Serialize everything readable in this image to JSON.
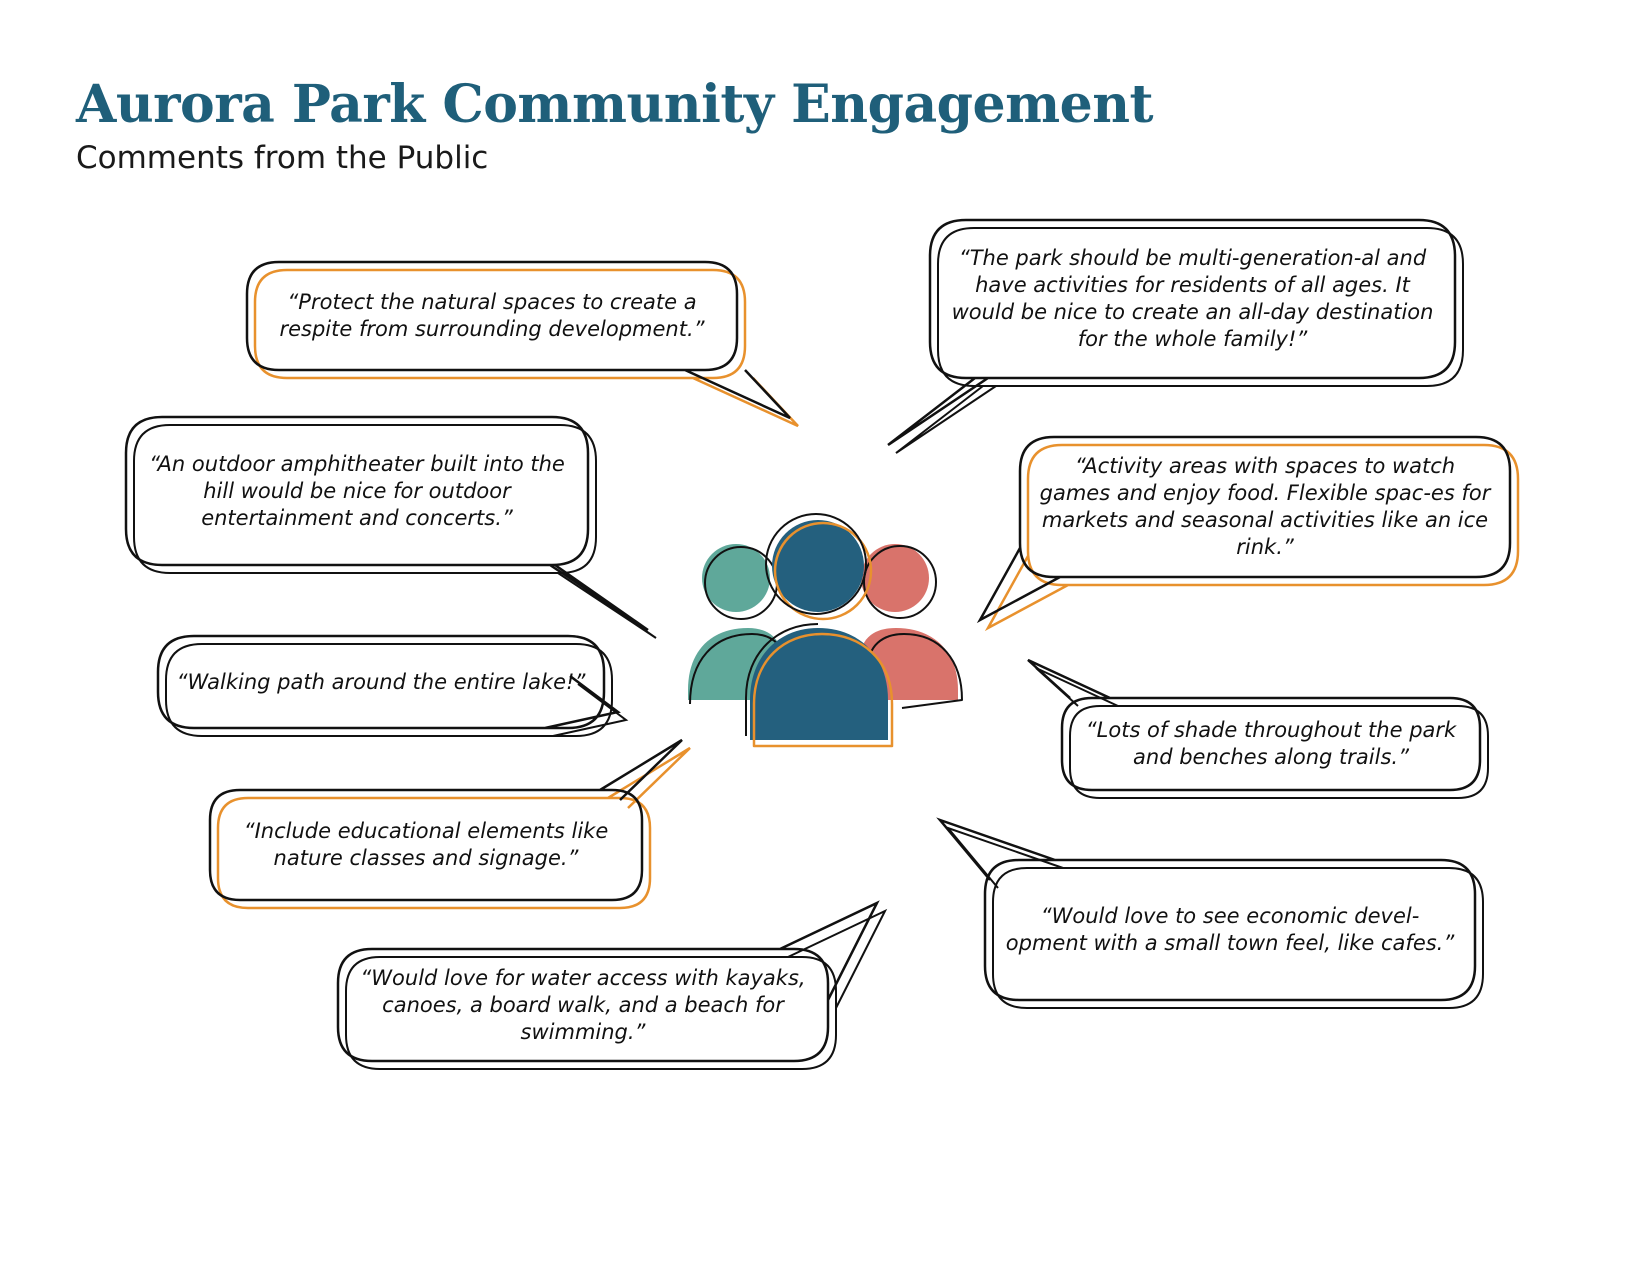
{
  "header": {
    "title": "Aurora Park Community Engagement",
    "subtitle": "Comments from the Public"
  },
  "colors": {
    "title": "#1f5f7a",
    "outline": "#111111",
    "accent_orange": "#e8912d",
    "person_left": "#5fa89a",
    "person_center": "#24607e",
    "person_right": "#d9736b"
  },
  "icons": {
    "center": "people-group-icon"
  },
  "comments": [
    {
      "text": "“Protect the natural spaces to create a respite from surrounding development.”",
      "accent": "orange"
    },
    {
      "text": "“An outdoor amphitheater built into the hill would be nice for outdoor entertainment and concerts.”",
      "accent": "black"
    },
    {
      "text": "“Walking path around the entire lake!”",
      "accent": "black"
    },
    {
      "text": "“Include educational elements like nature classes and signage.”",
      "accent": "orange"
    },
    {
      "text": "“Would love for water access with kayaks, canoes, a board walk, and a beach for swimming.”",
      "accent": "black"
    },
    {
      "text": "“The park should be multi-generation-al and have activities for residents of all ages. It would be nice to create an all-day destination for the whole family!”",
      "accent": "black"
    },
    {
      "text": "“Activity areas with spaces to watch games and enjoy food. Flexible spac-es for markets and seasonal activities like an ice rink.”",
      "accent": "orange"
    },
    {
      "text": "“Lots of shade throughout the park and benches along trails.”",
      "accent": "black"
    },
    {
      "text": "“Would love to see economic devel-opment with a small town feel, like cafes.”",
      "accent": "black"
    }
  ]
}
